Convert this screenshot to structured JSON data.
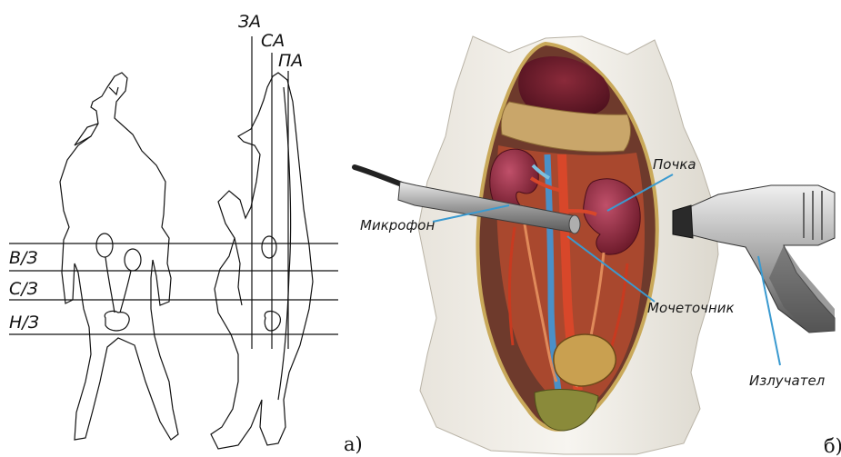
{
  "figure": {
    "panel_a": {
      "zone_labels": [
        "В/З",
        "С/З",
        "Н/З"
      ],
      "axis_labels": [
        "ЗА",
        "СА",
        "ПА"
      ],
      "caption": "а)"
    },
    "panel_b": {
      "labels": {
        "microphone": "Микрофон",
        "kidney": "Почка",
        "ureter": "Мочеточник",
        "emitter": "Излучател"
      },
      "caption": "б)"
    }
  }
}
